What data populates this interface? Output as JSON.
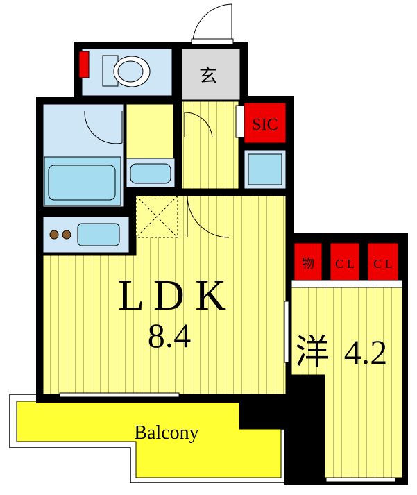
{
  "rooms": {
    "ldk_name": "L D K",
    "ldk_size": "8.4",
    "western_name": "洋",
    "western_size": "4.2",
    "entrance": "玄",
    "sic": "SIC",
    "storage": "物",
    "closet_1": "C L",
    "closet_2": "C L",
    "balcony": "Balcony"
  },
  "colors": {
    "floor": "#ffff99",
    "wet_area": "#cfe6f7",
    "fixture": "#a6dcf0",
    "storage_red": "#ee0000",
    "balcony": "#ffff33",
    "entrance_floor": "#d9d9d9",
    "wall": "#000000"
  }
}
